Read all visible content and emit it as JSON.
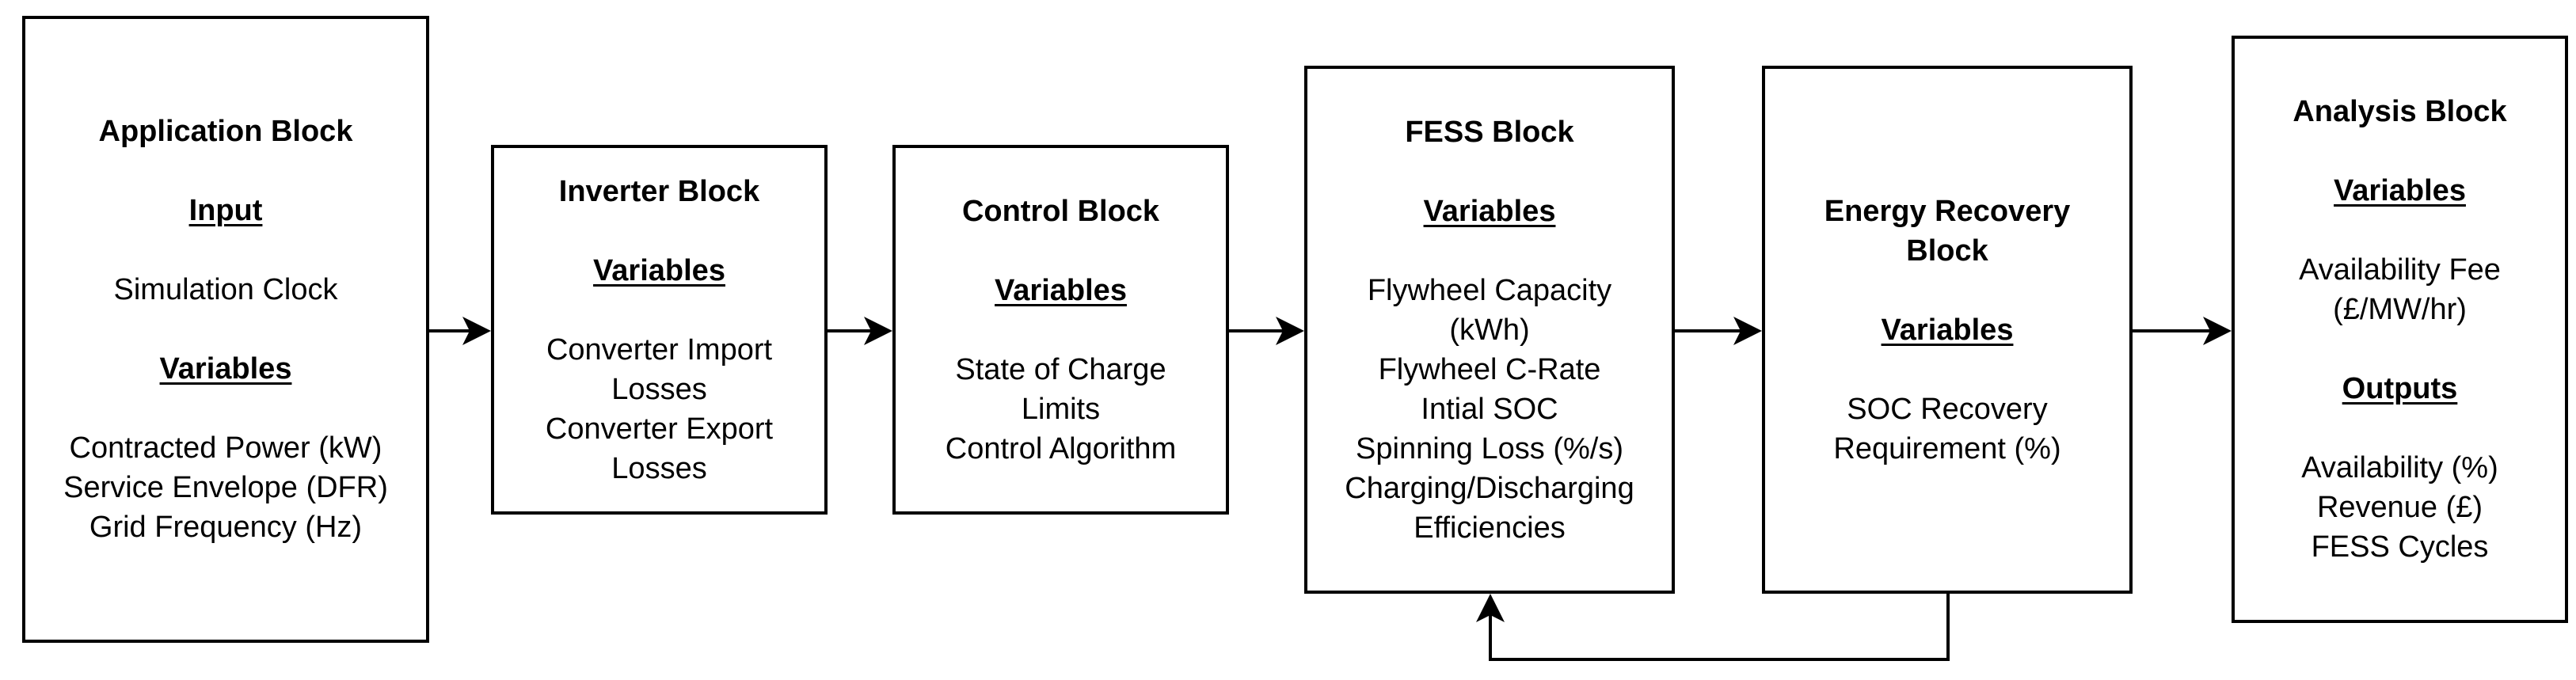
{
  "blocks": {
    "application": {
      "title": "Application Block",
      "input_heading": "Input",
      "inputs": [
        "Simulation Clock"
      ],
      "variables_heading": "Variables",
      "variables": [
        "Contracted Power (kW)",
        "Service Envelope (DFR)",
        "Grid Frequency (Hz)"
      ]
    },
    "inverter": {
      "title": "Inverter Block",
      "variables_heading": "Variables",
      "variables": [
        "Converter Import",
        "Losses",
        "Converter Export",
        "Losses"
      ]
    },
    "control": {
      "title": "Control Block",
      "variables_heading": "Variables",
      "variables": [
        "State of Charge",
        "Limits",
        "Control Algorithm"
      ]
    },
    "fess": {
      "title": "FESS Block",
      "variables_heading": "Variables",
      "variables": [
        "Flywheel Capacity",
        "(kWh)",
        "Flywheel C-Rate",
        "Intial SOC",
        "Spinning Loss (%/s)",
        "Charging/Discharging",
        "Efficiencies"
      ]
    },
    "energy_recovery": {
      "title_line1": "Energy Recovery",
      "title_line2": "Block",
      "variables_heading": "Variables",
      "variables": [
        "SOC Recovery",
        "Requirement (%)"
      ]
    },
    "analysis": {
      "title": "Analysis Block",
      "variables_heading": "Variables",
      "variables": [
        "Availability Fee",
        "(£/MW/hr)"
      ],
      "outputs_heading": "Outputs",
      "outputs": [
        "Availability (%)",
        "Revenue (£)",
        "FESS Cycles"
      ]
    }
  },
  "connections": [
    {
      "from": "application",
      "to": "inverter"
    },
    {
      "from": "inverter",
      "to": "control"
    },
    {
      "from": "control",
      "to": "fess"
    },
    {
      "from": "fess",
      "to": "energy_recovery"
    },
    {
      "from": "energy_recovery",
      "to": "analysis"
    },
    {
      "from": "energy_recovery",
      "to": "fess",
      "type": "feedback"
    }
  ]
}
